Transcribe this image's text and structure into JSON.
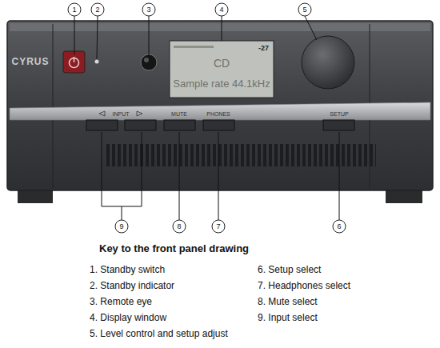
{
  "diagram": {
    "title": "Key to the front panel drawing",
    "nodes": [
      {
        "text": [
          "-27",
          "CD",
          "Sample rate 44.1kHz"
        ]
      }
    ],
    "labels": [
      "CYRUS",
      "1",
      "2",
      "3",
      "4",
      "5",
      "INPUT",
      "MUTE",
      "PHONES",
      "SETUP",
      "9",
      "8",
      "7",
      "6",
      "1. Standby switch",
      "2. Standby indicator",
      "3. Remote eye",
      "4. Display window",
      "5. Level control and setup adjust",
      "6. Setup select",
      "7. Headphones select",
      "8. Mute select",
      "9. Input select"
    ]
  }
}
